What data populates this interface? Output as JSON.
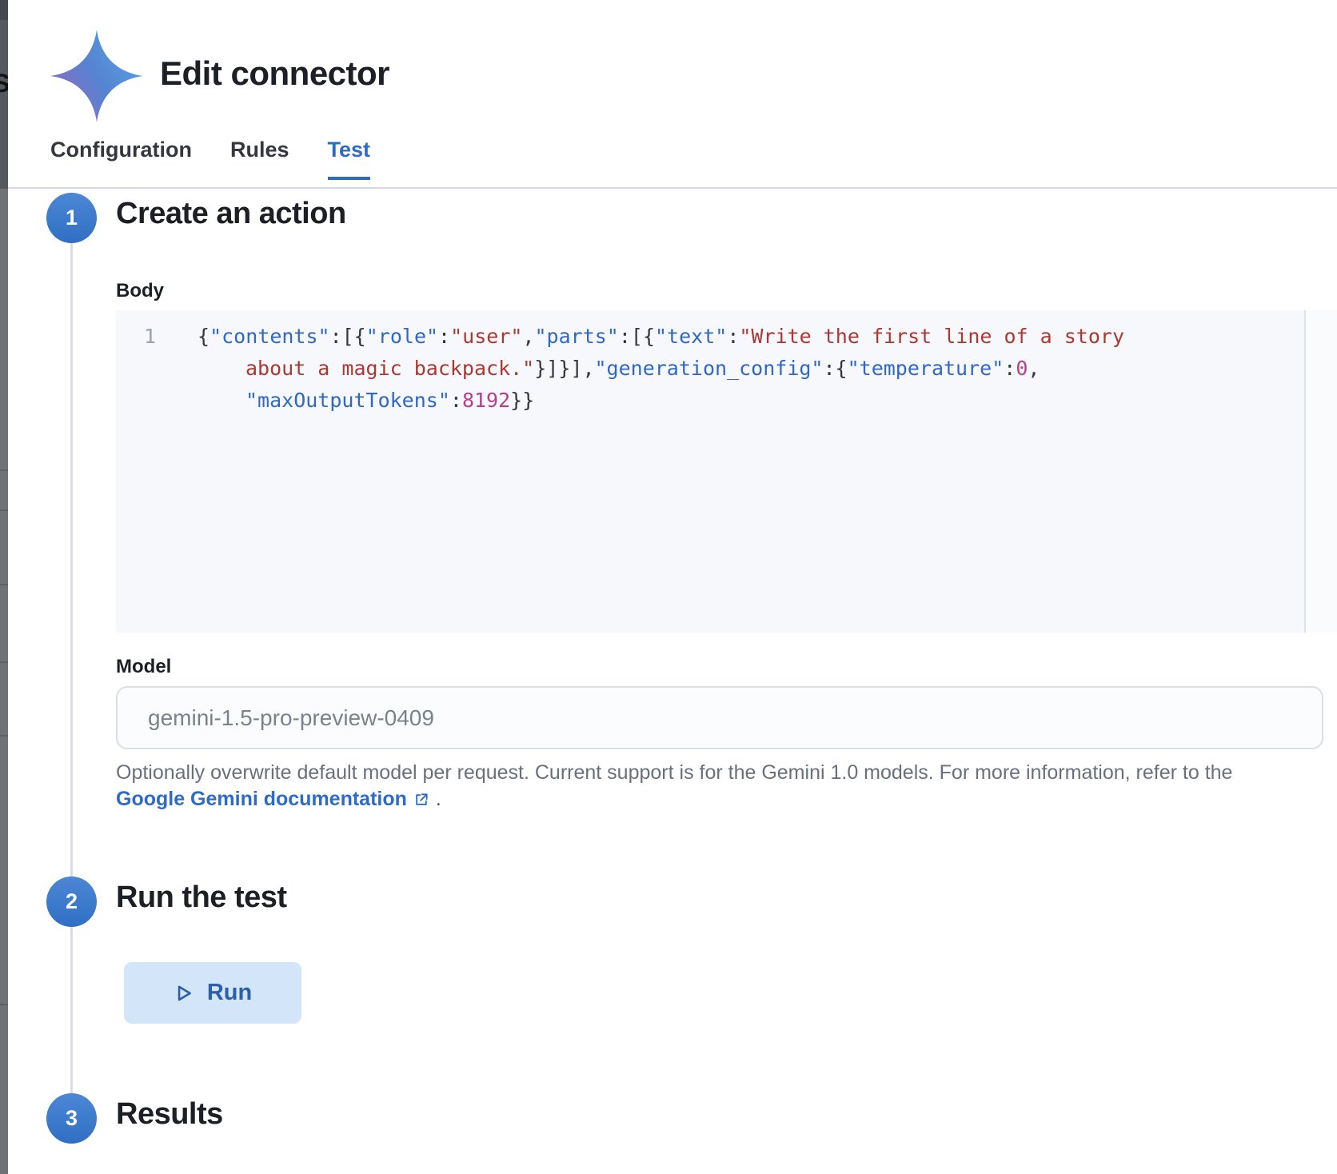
{
  "window": {
    "title": "Edit connector"
  },
  "background_page": {
    "partial_letter": "S"
  },
  "tabs": [
    {
      "label": "Configuration",
      "active": false
    },
    {
      "label": "Rules",
      "active": false
    },
    {
      "label": "Test",
      "active": true
    }
  ],
  "steps": {
    "step1": {
      "number": "1",
      "title": "Create an action"
    },
    "step2": {
      "number": "2",
      "title": "Run the test"
    },
    "step3": {
      "number": "3",
      "title": "Results"
    }
  },
  "body_editor": {
    "label": "Body",
    "line_number": "1",
    "code_text": "{\"contents\":[{\"role\":\"user\",\"parts\":[{\"text\":\"Write the first line of a story about a magic backpack.\"}]}],\"generation_config\":{\"temperature\":0,\"maxOutputTokens\":8192}}",
    "code_lines": [
      {
        "indent": false,
        "tokens": [
          {
            "t": "p",
            "v": "{"
          },
          {
            "t": "key",
            "v": "\"contents\""
          },
          {
            "t": "p",
            "v": ":[{"
          },
          {
            "t": "key",
            "v": "\"role\""
          },
          {
            "t": "p",
            "v": ":"
          },
          {
            "t": "str",
            "v": "\"user\""
          },
          {
            "t": "p",
            "v": ","
          },
          {
            "t": "key",
            "v": "\"parts\""
          },
          {
            "t": "p",
            "v": ":[{"
          },
          {
            "t": "key",
            "v": "\"text\""
          },
          {
            "t": "p",
            "v": ":"
          },
          {
            "t": "str",
            "v": "\"Write the first line of a story"
          }
        ]
      },
      {
        "indent": true,
        "tokens": [
          {
            "t": "str",
            "v": "about a magic backpack.\""
          },
          {
            "t": "p",
            "v": "}]}],"
          },
          {
            "t": "key",
            "v": "\"generation_config\""
          },
          {
            "t": "p",
            "v": ":{"
          },
          {
            "t": "key",
            "v": "\"temperature\""
          },
          {
            "t": "p",
            "v": ":"
          },
          {
            "t": "num",
            "v": "0"
          },
          {
            "t": "p",
            "v": ","
          }
        ]
      },
      {
        "indent": true,
        "tokens": [
          {
            "t": "key",
            "v": "\"maxOutputTokens\""
          },
          {
            "t": "p",
            "v": ":"
          },
          {
            "t": "num",
            "v": "8192"
          },
          {
            "t": "p",
            "v": "}}"
          }
        ]
      }
    ]
  },
  "model": {
    "label": "Model",
    "value": "gemini-1.5-pro-preview-0409",
    "help_text": "Optionally overwrite default model per request. Current support is for the Gemini 1.0 models. For more information, refer to the",
    "link_label": "Google Gemini documentation",
    "after_link": "."
  },
  "run": {
    "button_label": "Run"
  },
  "icons": {
    "gemini_sparkle": "gemini-sparkle-icon",
    "play": "play-icon",
    "external_link": "external-link-icon"
  },
  "colors": {
    "accent_blue": "#2D6BC9",
    "step_circle_blue": "#2F6FC3",
    "code_key": "#3068C5",
    "code_string": "#AC3931",
    "code_number": "#B5408F",
    "editor_background": "#F6F8FB",
    "run_button_background": "#D3E5F8",
    "divider": "#D3DAE6",
    "gemini_gradient_start": "#9168C0",
    "gemini_gradient_end": "#57A3E8"
  }
}
